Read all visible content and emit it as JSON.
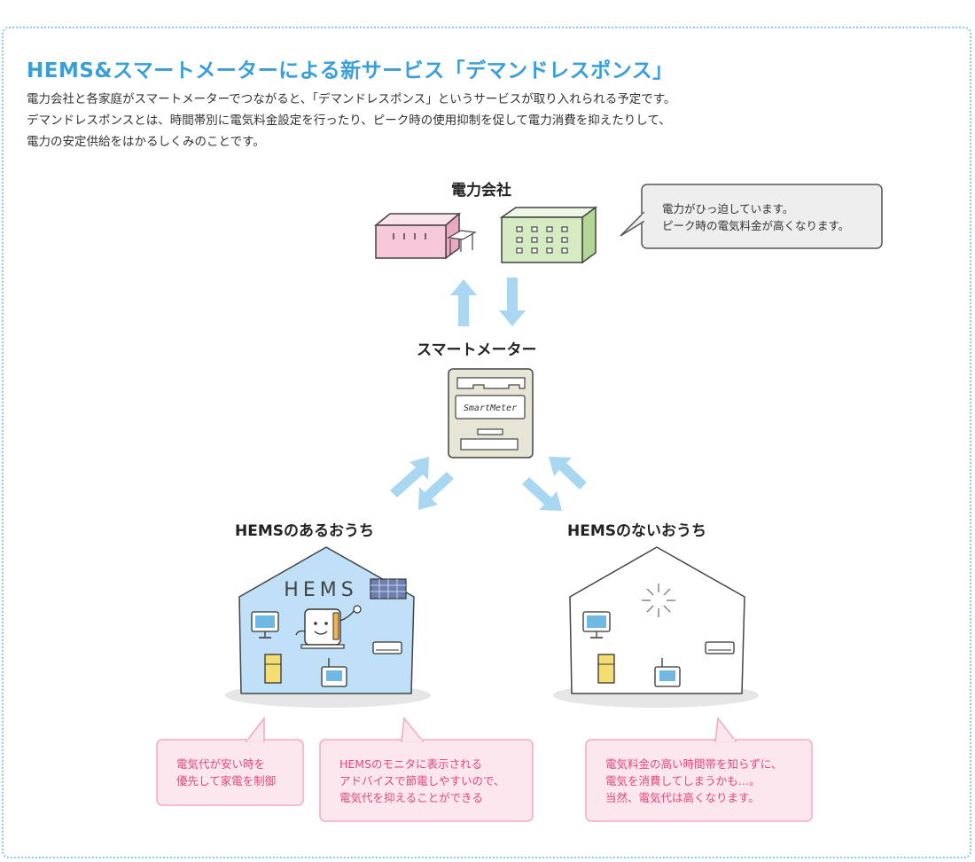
{
  "title": "HEMS&スマートメーターによる新サービス「デマンドレスポンス」",
  "intro_lines": [
    "電力会社と各家庭がスマートメーターでつながると、「デマンドレスポンス」というサービスが取り入れられる予定です。",
    "デマンドレスポンスとは、時間帯別に電気料金設定を行ったり、ピーク時の使用抑制を促して電力消費を抑えたりして、",
    "電力の安定供給をはかるしくみのことです。"
  ],
  "power_company": {
    "label": "電力会社",
    "speech_lines": [
      "電力がひっ迫しています。",
      "ピーク時の電気料金が高くなります。"
    ]
  },
  "smart_meter": {
    "label": "スマートメーター",
    "device_text": "SmartMeter"
  },
  "house_hems": {
    "label": "HEMSのあるおうち",
    "roof_text": "HEMS",
    "bubbles": [
      [
        "電気代が安い時を",
        "優先して家電を制御"
      ],
      [
        "HEMSのモニタに表示される",
        "アドバイスで節電しやすいので、",
        "電気代を抑えることができる"
      ]
    ]
  },
  "house_no_hems": {
    "label": "HEMSのないおうち",
    "bubble": [
      "電気料金の高い時間帯を知らずに、",
      "電気を消費してしまうかも…。",
      "当然、電気代は高くなります。"
    ]
  },
  "colors": {
    "title": "#3a9fd9",
    "frame": "#8cc4e4",
    "arrow": "#a9d6f0",
    "hems_house": "#bfe0f7",
    "pink_bubble_bg": "#fde7ef",
    "pink_bubble_border": "#f3a9c2",
    "pink_text": "#e2477a",
    "building_pink": "#f7c8da",
    "building_green": "#d5ebc2"
  }
}
